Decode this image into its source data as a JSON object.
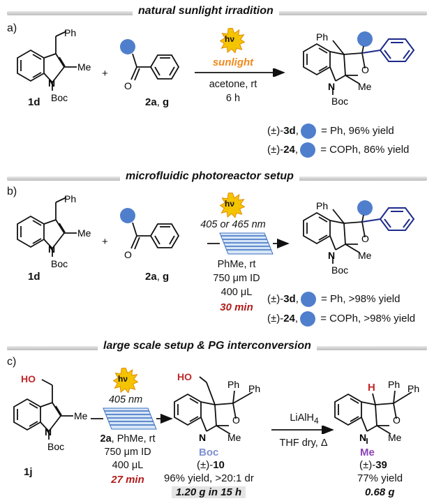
{
  "section_a": {
    "title": "natural sunlight irradition",
    "letter": "a)",
    "reactant1_label": "1d",
    "reactant2_label_bold": "2a",
    "reactant2_label_sep": ", ",
    "reactant2_label_bold2": "g",
    "plus": "+",
    "hv": "hν",
    "light": "sunlight",
    "cond1": "acetone, rt",
    "cond2": "6 h",
    "prod_line1_pre": "(±)-",
    "prod_line1_bold": "3d",
    "prod_line1_post": " = Ph, 96% yield",
    "prod_line2_pre": "(±)-",
    "prod_line2_bold": "24",
    "prod_line2_post": " = COPh, 86% yield",
    "atoms": {
      "ph": "Ph",
      "me": "Me",
      "n": "N",
      "boc": "Boc",
      "o": "O"
    }
  },
  "section_b": {
    "title": "microfluidic photoreactor setup",
    "letter": "b)",
    "reactant1_label": "1d",
    "reactant2_label_bold": "2a",
    "reactant2_label_sep": ", ",
    "reactant2_label_bold2": "g",
    "plus": "+",
    "hv": "hν",
    "wavelength": "405 or 465 nm",
    "cond1": "PhMe, rt",
    "cond2": "750 μm ID",
    "cond3": "400 μL",
    "time": "30 min",
    "prod_line1_pre": "(±)-",
    "prod_line1_bold": "3d",
    "prod_line1_post": " = Ph, >98% yield",
    "prod_line2_pre": "(±)-",
    "prod_line2_bold": "24",
    "prod_line2_post": " = COPh, >98% yield",
    "atoms": {
      "ph": "Ph",
      "me": "Me",
      "n": "N",
      "boc": "Boc",
      "o": "O"
    }
  },
  "section_c": {
    "title": "large scale setup & PG interconversion",
    "letter": "c)",
    "reactant_label": "1j",
    "hv": "hν",
    "wavelength": "405 nm",
    "cond1_bold": "2a",
    "cond1_rest": ", PhMe, rt",
    "cond2": "750 μm ID",
    "cond3": "400 μL",
    "time": "27 min",
    "reagent": "LiAlH",
    "reagent_sub": "4",
    "cond_thf": "THF dry, Δ",
    "prod10_pre": "(±)-",
    "prod10_bold": "10",
    "prod10_yield": "96% yield, >20:1 dr",
    "prod10_scale": "1.20 g in 15 h",
    "prod39_pre": "(±)-",
    "prod39_bold": "39",
    "prod39_yield": "77% yield",
    "prod39_scale": "0.68 g",
    "atoms": {
      "ho": "HO",
      "me": "Me",
      "n": "N",
      "boc": "Boc",
      "o": "O",
      "ph": "Ph",
      "h": "H",
      "nme": "Me"
    },
    "colors": {
      "ho": "#c0282a",
      "boc": "#7f8fd0",
      "h": "#c0282a",
      "me": "#8a44b8"
    }
  },
  "colors": {
    "accent_blue": "#4f7fcc",
    "arrow": "#111111",
    "sun_fill": "#f5c400",
    "sun_edge": "#e08a00",
    "phenyl_blue": "#1c2a8a"
  }
}
